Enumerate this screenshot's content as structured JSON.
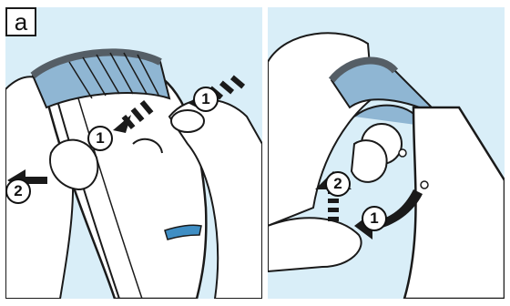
{
  "panel_label": "a",
  "steps": {
    "left_press_top": "1",
    "left_press_center": "1",
    "left_remove": "2",
    "right_remove": "2",
    "right_rotate": "1"
  },
  "colors": {
    "background": "#d9eef8",
    "attachment_blue": "#8fb6d3",
    "attachment_rim": "#555e66",
    "outline": "#1a1a1a",
    "skin": "#ffffff",
    "accent": "#3f8ec4"
  },
  "icons": [
    "arrow-icon",
    "hand-illustration",
    "trimmer-illustration",
    "comb-attachment-illustration"
  ]
}
